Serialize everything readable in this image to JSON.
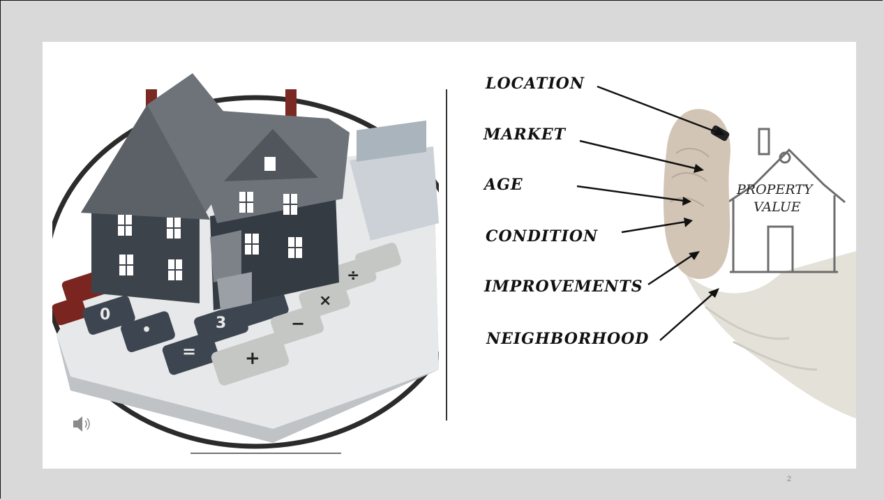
{
  "slide": {
    "number": "2",
    "factors": [
      "LOCATION",
      "MARKET",
      "AGE",
      "CONDITION",
      "IMPROVEMENTS",
      "NEIGHBORHOOD"
    ],
    "house_sign": {
      "line1": "PROPERTY",
      "line2": "VALUE"
    }
  },
  "icons": {
    "audio": "speaker-icon"
  },
  "colors": {
    "background": "#d9d9d9",
    "slide": "#ffffff",
    "house_siding": "#3d434b",
    "roof": "#6d7379",
    "chimney": "#7a2a22",
    "calculator_body": "#cfd2d4"
  }
}
